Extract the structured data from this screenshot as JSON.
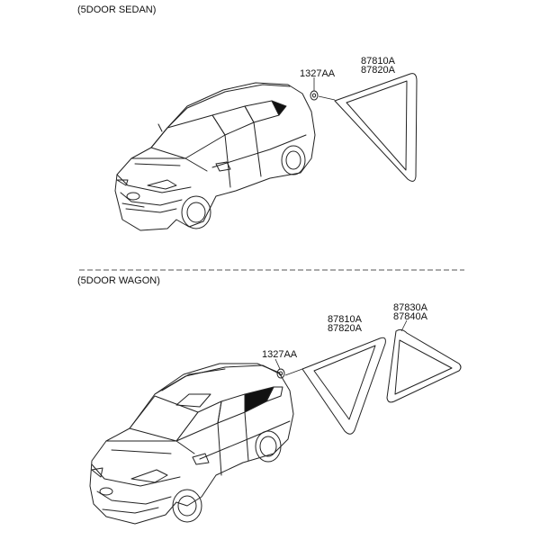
{
  "sections": [
    {
      "title": "(5DOOR SEDAN)",
      "labels": {
        "clip": "1327AA",
        "glass_top": "87810A",
        "glass_bottom": "87820A"
      }
    },
    {
      "title": "(5DOOR WAGON)",
      "labels": {
        "clip": "1327AA",
        "glass_top": "87810A",
        "glass_bottom": "87820A",
        "rear_top": "87830A",
        "rear_bottom": "87840A"
      }
    }
  ]
}
